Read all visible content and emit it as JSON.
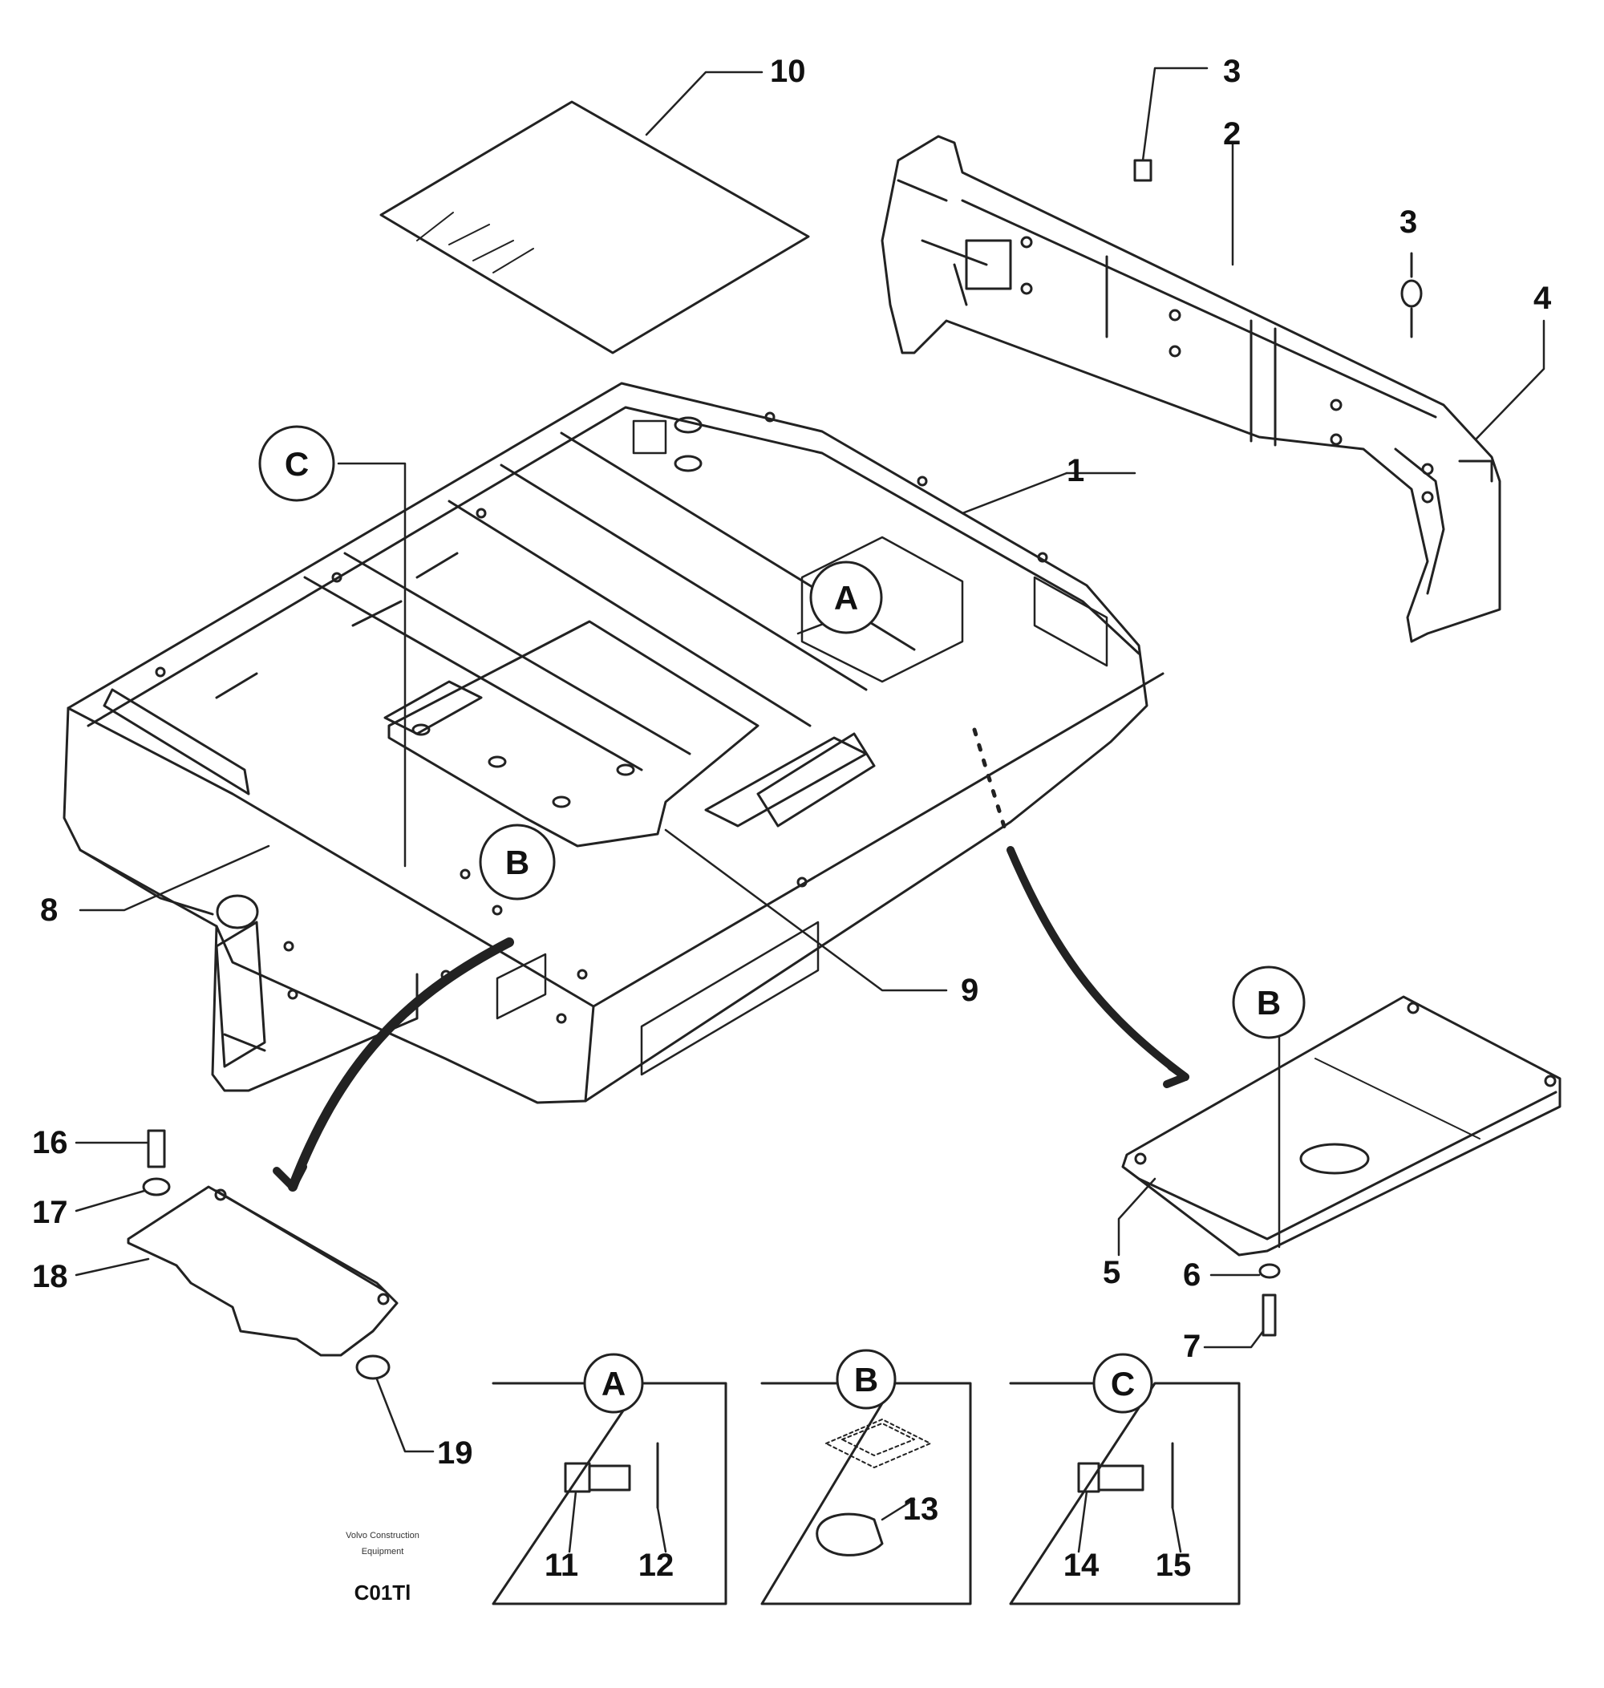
{
  "diagram": {
    "callouts": {
      "c1": "1",
      "c2": "2",
      "c3a": "3",
      "c3b": "3",
      "c4": "4",
      "c5": "5",
      "c6": "6",
      "c7": "7",
      "c8": "8",
      "c9": "9",
      "c10": "10",
      "c16": "16",
      "c17": "17",
      "c18": "18",
      "c19": "19"
    },
    "detail_markers": {
      "a": "A",
      "b_main": "B",
      "b_plate": "B",
      "c_main": "C"
    },
    "insets": [
      {
        "letter": "A",
        "parts": [
          "11",
          "12"
        ]
      },
      {
        "letter": "B",
        "parts": [
          "13"
        ]
      },
      {
        "letter": "C",
        "parts": [
          "14",
          "15"
        ]
      }
    ],
    "footer": {
      "line1": "Volvo Construction",
      "line2": "Equipment",
      "code": "C01Tl"
    }
  }
}
